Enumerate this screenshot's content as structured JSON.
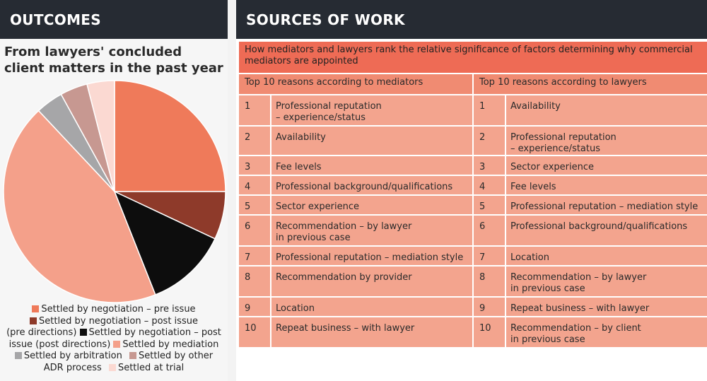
{
  "headers": {
    "left": "OUTCOMES",
    "right": "SOURCES OF WORK"
  },
  "chart_data": {
    "type": "pie",
    "title": "From lawyers' concluded client matters in the past year",
    "series": [
      {
        "name": "Settled by negotiation – pre issue",
        "value": 25,
        "color": "#ef7a5a"
      },
      {
        "name": "Settled by negotiation – post issue (pre directions)",
        "value": 7,
        "color": "#8e3a2a"
      },
      {
        "name": "Settled by negotiation – post issue (post directions)",
        "value": 12,
        "color": "#0d0d0d"
      },
      {
        "name": "Settled by mediation",
        "value": 44,
        "color": "#f4a08a"
      },
      {
        "name": "Settled by arbitration",
        "value": 4,
        "color": "#a6a6a8"
      },
      {
        "name": "Settled by other ADR process",
        "value": 4,
        "color": "#c79891"
      },
      {
        "name": "Settled at trial",
        "value": 4,
        "color": "#fbd9d2"
      }
    ]
  },
  "legend": {
    "l1": "Settled by negotiation – pre issue",
    "l2a": "Settled by negotiation – post issue",
    "l2b": "(pre directions)",
    "l3a": "Settled by negotiation – post",
    "l3b": "issue (post directions)",
    "l4": "Settled by mediation",
    "l5": "Settled by arbitration",
    "l6a": "Settled by other",
    "l6b": "ADR process",
    "l7": "Settled at trial"
  },
  "table": {
    "intro": "How mediators and lawyers rank the relative significance of factors determining why commercial mediators are appointed",
    "col_mediators": "Top 10 reasons according to mediators",
    "col_lawyers": "Top 10 reasons according to lawyers",
    "rows": [
      {
        "mn": "1",
        "m1": "Professional reputation",
        "m2": "– experience/status",
        "ln": "1",
        "l1": "Availability",
        "l2": ""
      },
      {
        "mn": "2",
        "m1": "Availability",
        "m2": "",
        "ln": "2",
        "l1": "Professional reputation",
        "l2": "– experience/status"
      },
      {
        "mn": "3",
        "m1": "Fee levels",
        "m2": "",
        "ln": "3",
        "l1": "Sector experience",
        "l2": ""
      },
      {
        "mn": "4",
        "m1": "Professional background/qualifications",
        "m2": "",
        "ln": "4",
        "l1": "Fee levels",
        "l2": ""
      },
      {
        "mn": "5",
        "m1": "Sector experience",
        "m2": "",
        "ln": "5",
        "l1": "Professional reputation – mediation style",
        "l2": ""
      },
      {
        "mn": "6",
        "m1": "Recommendation – by lawyer",
        "m2": "in previous case",
        "ln": "6",
        "l1": "Professional background/qualifications",
        "l2": ""
      },
      {
        "mn": "7",
        "m1": "Professional reputation – mediation style",
        "m2": "",
        "ln": "7",
        "l1": "Location",
        "l2": ""
      },
      {
        "mn": "8",
        "m1": "Recommendation by provider",
        "m2": "",
        "ln": "8",
        "l1": "Recommendation – by lawyer",
        "l2": "in previous case"
      },
      {
        "mn": "9",
        "m1": "Location",
        "m2": "",
        "ln": "9",
        "l1": "Repeat business – with lawyer",
        "l2": ""
      },
      {
        "mn": "10",
        "m1": "Repeat business – with lawyer",
        "m2": "",
        "ln": "10",
        "l1": "Recommendation – by client",
        "l2": "in previous case"
      }
    ]
  }
}
